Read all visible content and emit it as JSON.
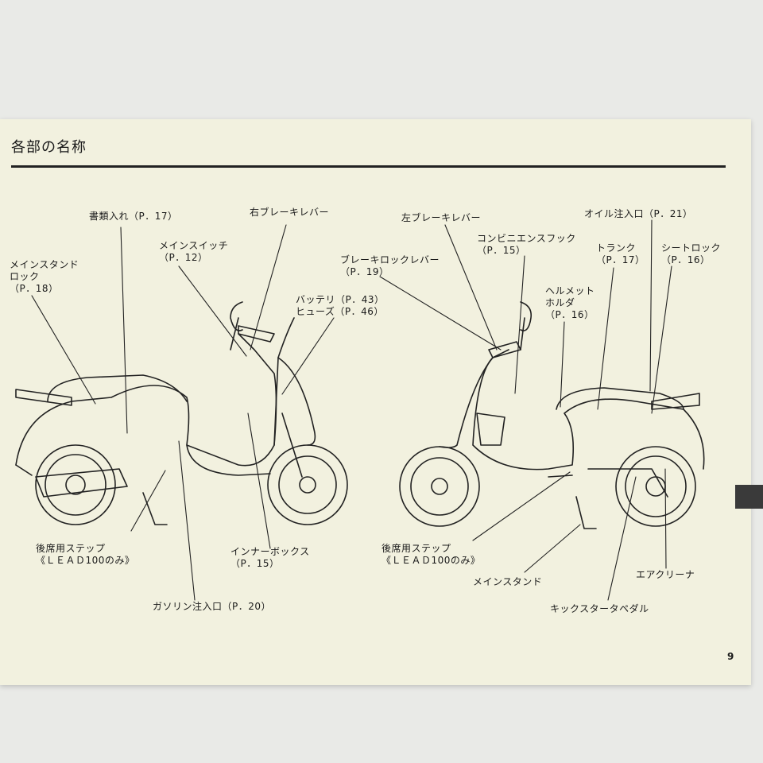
{
  "page": {
    "section_title": "各部の名称",
    "page_number": "9"
  },
  "labels": {
    "shorui_ire": "書類入れ（P．17）",
    "main_switch": "メインスイッチ\n（P．12）",
    "main_stand_lock": "メインスタンド\nロック\n（P．18）",
    "right_brake": "右ブレーキレバー",
    "battery_fuse": "バッテリ（P．43）\nヒューズ（P．46）",
    "brake_lock": "ブレーキロックレバー\n（P．19）",
    "left_brake": "左ブレーキレバー",
    "convenience_hook": "コンビニエンスフック\n（P．15）",
    "oil_inlet": "オイル注入口（P．21）",
    "trunk": "トランク\n（P．17）",
    "seat_lock": "シートロック\n（P．16）",
    "helmet_holder": "ヘルメット\nホルダ\n（P．16）",
    "rear_step_left": "後席用ステップ\n《ＬＥＡＤ100のみ》",
    "inner_box": "インナーボックス\n（P．15）",
    "fuel_inlet": "ガソリン注入口（P．20）",
    "rear_step_right": "後席用ステップ\n《ＬＥＡＤ100のみ》",
    "main_stand": "メインスタンド",
    "air_cleaner": "エアクリーナ",
    "kick_pedal": "キックスタータペダル"
  },
  "colors": {
    "paper": "#f2f1df",
    "background": "#e9eae7",
    "ink": "#1a1a1a",
    "tab": "#3a3a3a"
  }
}
